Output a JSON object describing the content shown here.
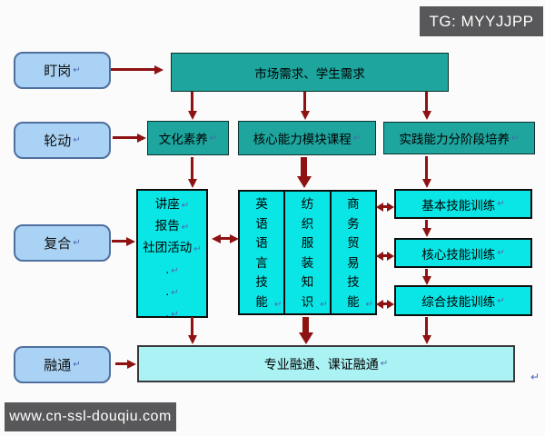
{
  "badge": {
    "tg": "TG: MYYJJPP"
  },
  "watermark": "www.cn-ssl-douqiu.com",
  "mark": "↵",
  "left_labels": [
    "盯岗",
    "轮动",
    "复合",
    "融通"
  ],
  "top_box": "市场需求、学生需求",
  "row2": [
    "文化素养",
    "核心能力模块课程",
    "实践能力分阶段培养"
  ],
  "activity_lines": [
    "讲座",
    "报告",
    "社团活动",
    ".",
    ".",
    "."
  ],
  "skill_columns": [
    "英语语言技能",
    "纺织服装知识",
    "商务贸易技能"
  ],
  "training": [
    "基本技能训练",
    "核心技能训练",
    "综合技能训练"
  ],
  "bottom_box": "专业融通、课证融通",
  "colors": {
    "teal_fill": "#1DA59E",
    "cyan_fill": "#0AE5E5",
    "pale_cyan_fill": "#AAF2F4",
    "blue_fill": "#A9D2F4",
    "blue_border": "#4F6F9F",
    "arrow": "#8E1212",
    "badge_bg": "#58585A",
    "badge_text": "#FFFFFF"
  }
}
